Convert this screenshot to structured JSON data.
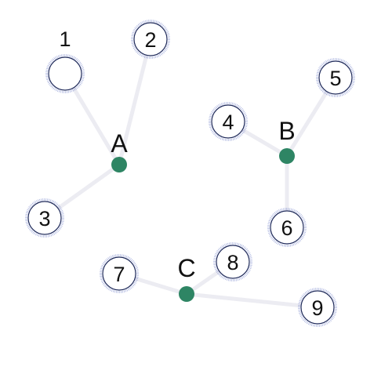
{
  "hubs": [
    {
      "id": "A",
      "label": "A"
    },
    {
      "id": "B",
      "label": "B"
    },
    {
      "id": "C",
      "label": "C"
    }
  ],
  "leaves": [
    {
      "id": "1",
      "label": "",
      "outside_label": "1",
      "hub": "A"
    },
    {
      "id": "2",
      "label": "2",
      "hub": "A"
    },
    {
      "id": "3",
      "label": "3",
      "hub": "A"
    },
    {
      "id": "4",
      "label": "4",
      "hub": "B"
    },
    {
      "id": "5",
      "label": "5",
      "hub": "B"
    },
    {
      "id": "6",
      "label": "6",
      "hub": "B"
    },
    {
      "id": "7",
      "label": "7",
      "hub": "C"
    },
    {
      "id": "8",
      "label": "8",
      "hub": "C"
    },
    {
      "id": "9",
      "label": "9",
      "hub": "C"
    }
  ],
  "colors": {
    "hub": "#2e8564",
    "edge": "#ececf2",
    "leaf_stroke": "#1f2a5a",
    "leaf_halo": "#6f7fc8"
  }
}
